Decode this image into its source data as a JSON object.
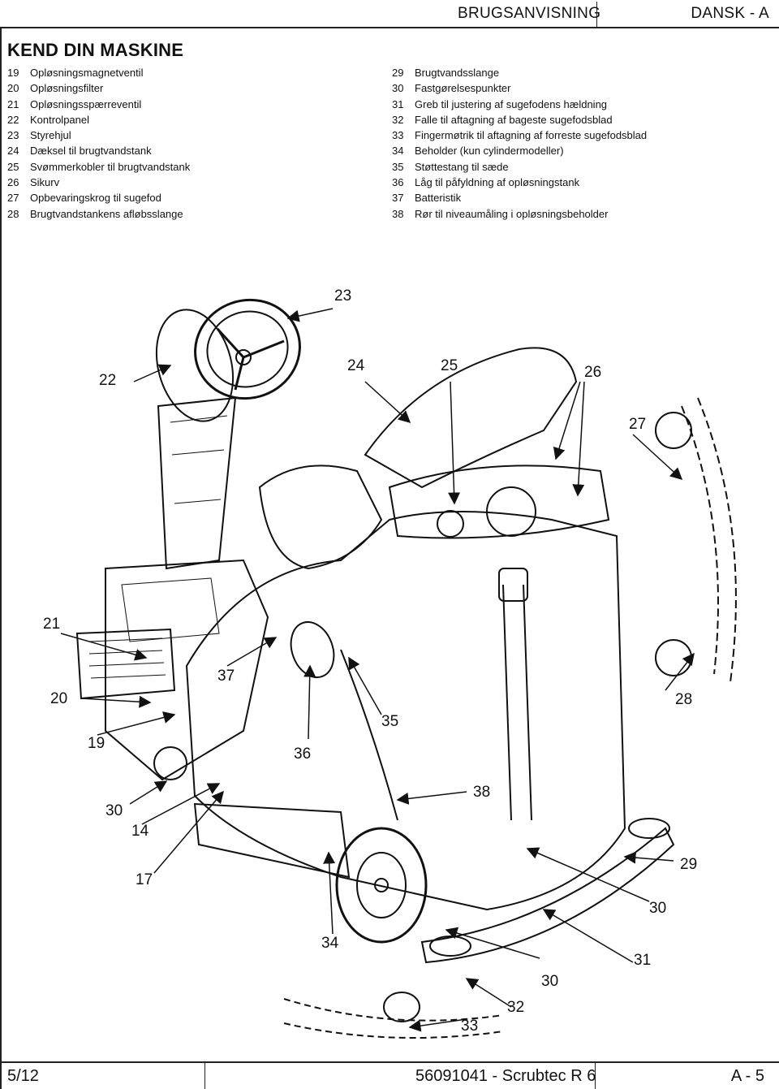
{
  "header": {
    "manual": "BRUGSANVISNING",
    "language": "DANSK - A"
  },
  "section_title": "KEND DIN MASKINE",
  "legend_left": [
    {
      "num": "19",
      "text": "Opløsningsmagnetventil"
    },
    {
      "num": "20",
      "text": "Opløsningsfilter"
    },
    {
      "num": "21",
      "text": "Opløsningsspærreventil"
    },
    {
      "num": "22",
      "text": "Kontrolpanel"
    },
    {
      "num": "23",
      "text": "Styrehjul"
    },
    {
      "num": "24",
      "text": "Dæksel til brugtvandstank"
    },
    {
      "num": "25",
      "text": "Svømmerkobler til brugtvandstank"
    },
    {
      "num": "26",
      "text": "Sikurv"
    },
    {
      "num": "27",
      "text": "Opbevaringskrog til sugefod"
    },
    {
      "num": "28",
      "text": "Brugtvandstankens afløbsslange"
    }
  ],
  "legend_right": [
    {
      "num": "29",
      "text": "Brugtvandsslange"
    },
    {
      "num": "30",
      "text": "Fastgørelsespunkter"
    },
    {
      "num": "31",
      "text": "Greb til justering af sugefodens hældning"
    },
    {
      "num": "32",
      "text": "Falle til aftagning af bageste sugefodsblad"
    },
    {
      "num": "33",
      "text": "Fingermøtrik til aftagning af forreste sugefodsblad"
    },
    {
      "num": "34",
      "text": "Beholder (kun cylindermodeller)"
    },
    {
      "num": "35",
      "text": "Støttestang til sæde"
    },
    {
      "num": "36",
      "text": "Låg til påfyldning af opløsningstank"
    },
    {
      "num": "37",
      "text": "Batteristik"
    },
    {
      "num": "38",
      "text": "Rør til niveaumåling i opløsningsbeholder"
    }
  ],
  "callouts": [
    "23",
    "22",
    "24",
    "25",
    "26",
    "27",
    "21",
    "37",
    "20",
    "28",
    "19",
    "35",
    "36",
    "38",
    "30",
    "14",
    "17",
    "29",
    "30",
    "34",
    "31",
    "30",
    "32",
    "33"
  ],
  "footer": {
    "page": "5/12",
    "doc": "56091041 - Scrubtec R 6",
    "section": "A - 5"
  }
}
